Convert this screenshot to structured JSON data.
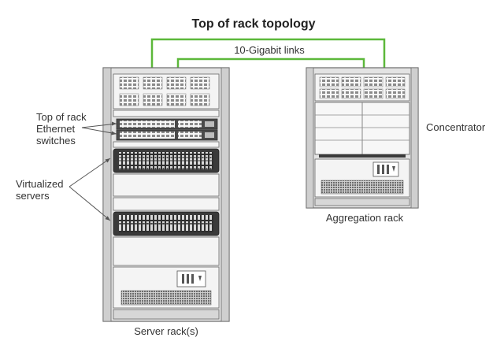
{
  "diagram": {
    "title": "Top of rack topology",
    "link_label": "10-Gigabit links",
    "callouts": {
      "tor_line1": "Top of rack",
      "tor_line2": "Ethernet",
      "tor_line3": "switches",
      "virt_line1": "Virtualized",
      "virt_line2": "servers"
    },
    "labels": {
      "concentrator": "Concentrator",
      "aggregation_rack": "Aggregation rack",
      "server_rack": "Server rack(s)"
    },
    "colors": {
      "link_green": "#5cb83a",
      "rack_frame": "#d9d9d9",
      "rack_outline": "#6a6a6a",
      "unit_fill": "#f2f2f2",
      "dark_port": "#3a3a3a"
    },
    "icons": [
      "rack-icon",
      "switch-icon",
      "server-icon",
      "concentrator-icon"
    ]
  }
}
